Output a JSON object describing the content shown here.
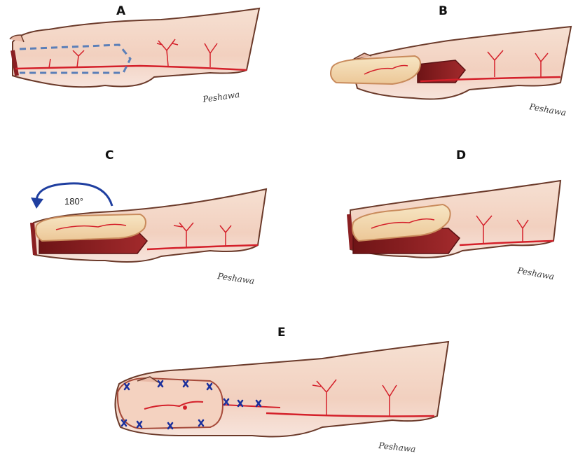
{
  "panels": {
    "a": {
      "label": "A",
      "signature": "Peshawa"
    },
    "b": {
      "label": "B",
      "signature": "Peshawa"
    },
    "c": {
      "label": "C",
      "signature": "Peshawa",
      "rotation": "180°"
    },
    "d": {
      "label": "D",
      "signature": "Peshawa"
    },
    "e": {
      "label": "E",
      "signature": "Peshawa"
    }
  },
  "colors": {
    "skin": "#f3d6c6",
    "skin_shadow": "#e8b9a6",
    "outline": "#6b3a2a",
    "flap": "#f4dcb0",
    "flap_edge": "#c98b5c",
    "muscle": "#8a1f22",
    "vessel": "#d4202a",
    "dashed": "#5b7fb8",
    "arrow": "#1f3fa0",
    "suture": "#1a2f9c"
  }
}
